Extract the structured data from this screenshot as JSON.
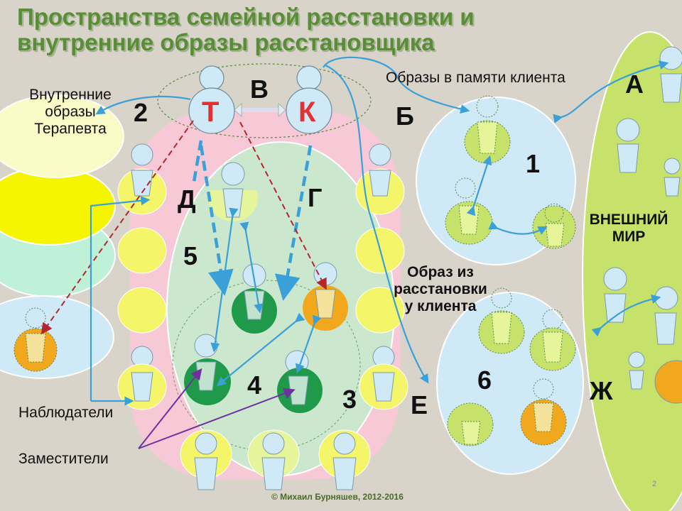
{
  "title": {
    "line1": "Пространства семейной расстановки и",
    "line2": "внутренние образы расстановщика"
  },
  "captions": {
    "therapist_images_1": "Внутренние",
    "therapist_images_2": "образы",
    "therapist_images_3": "Терапевта",
    "client_memory": "Образы в памяти клиента",
    "external_world_1": "ВНЕШНИЙ",
    "external_world_2": "МИР",
    "image_from_setup_1": "Образ из",
    "image_from_setup_2": "расстановки",
    "image_from_setup_3": "у клиента",
    "observers": "Наблюдатели",
    "substitutes": "Заместители"
  },
  "markers": {
    "A": "А",
    "B": "Б",
    "V": "В",
    "G": "Г",
    "D": "Д",
    "E": "Е",
    "ZH": "Ж",
    "n1": "1",
    "n2": "2",
    "n3": "3",
    "n4": "4",
    "n5": "5",
    "n6": "6",
    "T": "Т",
    "K": "К"
  },
  "footer": "© Михаил Бурняшев, 2012-2016",
  "page_number": "2",
  "colors": {
    "title_green": "#5b8c3a",
    "arrow_blue": "#3aa0d8",
    "dashed_red": "#b3262e",
    "purple": "#7030a0",
    "pink_area": "#f7c8d6",
    "light_blue": "#cfe9f7",
    "yellow_green": "#c6e26a",
    "dark_green": "#1f9a4a",
    "orange": "#f2a81d"
  }
}
